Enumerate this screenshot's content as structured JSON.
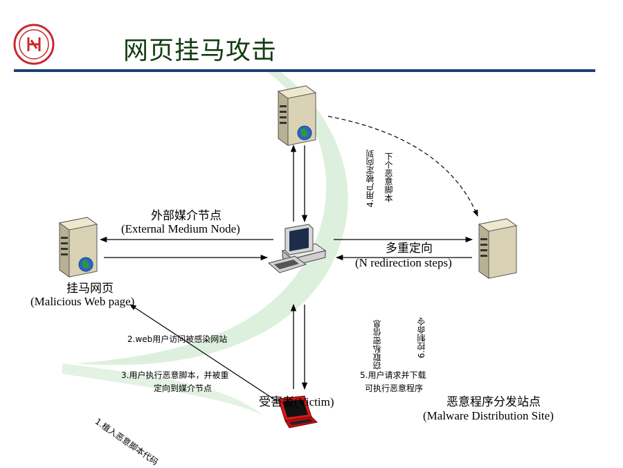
{
  "slide": {
    "title": "网页挂马攻击",
    "colors": {
      "title": "#123d12",
      "rule": "#1d3f74",
      "arrow": "#000000",
      "laptop": "#d81818",
      "swoosh": "#c9e6c9"
    }
  },
  "logo": {
    "icon": "university-seal-icon",
    "color": "#c8282e"
  },
  "nodes": {
    "external": {
      "cn": "外部媒介节点",
      "en": "(External Medium Node)",
      "icon": "server-icon"
    },
    "malicious": {
      "cn": "挂马网页",
      "en": "(Malicious Web page)",
      "icon": "server-icon"
    },
    "redirection": {
      "cn": "多重定向",
      "en": "(N redirection steps)",
      "icon": "server-icon"
    },
    "distribution": {
      "cn": "恶意程序分发站点",
      "en": "(Malware Distribution Site)"
    },
    "victim": {
      "label": "受害者(Victim)",
      "icon": "laptop-icon"
    },
    "user_pc": {
      "icon": "desktop-computer-icon"
    }
  },
  "steps": {
    "s1": "1.植入恶意脚本代码",
    "s2": "2.web用户访问被感染网站",
    "s3_line1": "3.用户执行恶意脚本，并被重",
    "s3_line2": "定向到媒介节点",
    "s4_line1": "4.用户被定向到",
    "s4_line2": "下个恶意脚本",
    "s5_line1": "5.用户请求并下载",
    "s5_line2": "可执行恶意程序",
    "steal": "窃取私密信息",
    "s6": "6.控制命令"
  }
}
